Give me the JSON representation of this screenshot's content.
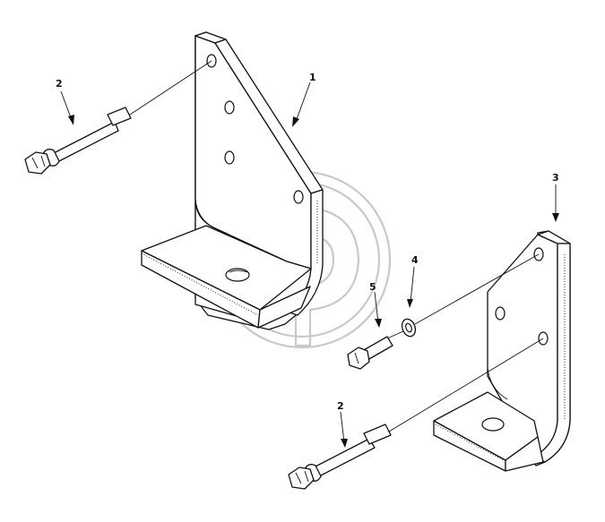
{
  "callouts": {
    "bracket_left": "1",
    "bolt_long": "2",
    "bracket_right": "3",
    "washer": "4",
    "bolt_short": "5"
  },
  "icons": {
    "watermark": "gp-logo-watermark-icon"
  },
  "colors": {
    "line": "#111111",
    "watermark": "#c9c9c9",
    "background": "#ffffff"
  }
}
